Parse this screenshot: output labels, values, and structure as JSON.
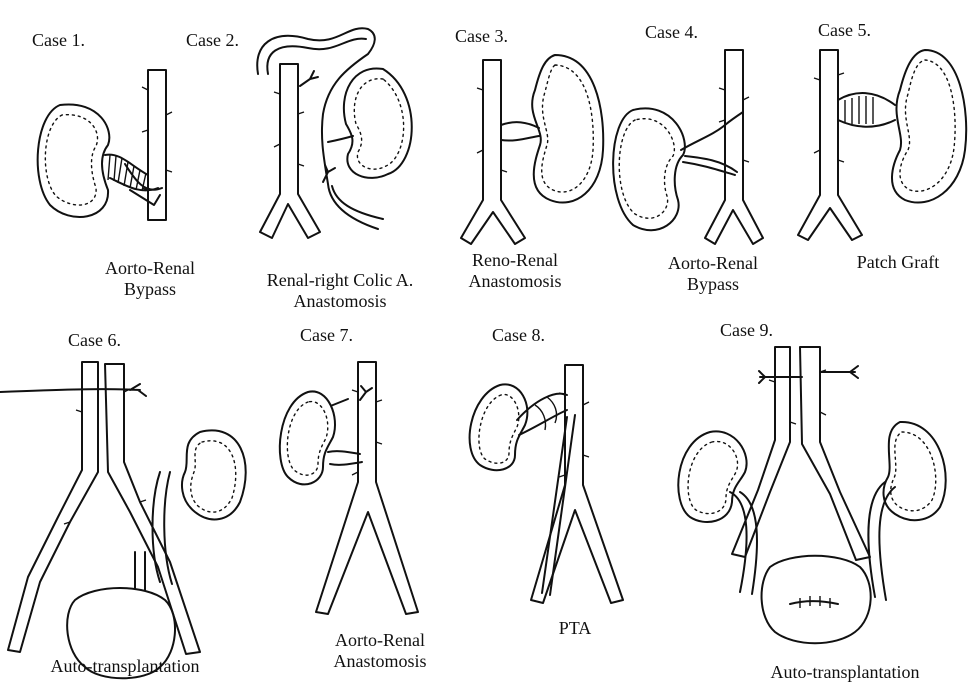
{
  "cases": [
    {
      "title": "Case 1.",
      "caption": [
        "Aorto-Renal",
        "Bypass"
      ]
    },
    {
      "title": "Case 2.",
      "caption": [
        "Renal-right Colic A.",
        "Anastomosis"
      ]
    },
    {
      "title": "Case 3.",
      "caption": [
        "Reno-Renal",
        "Anastomosis"
      ]
    },
    {
      "title": "Case 4.",
      "caption": [
        "Aorto-Renal",
        "Bypass"
      ]
    },
    {
      "title": "Case 5.",
      "caption": [
        "Patch   Graft"
      ]
    },
    {
      "title": "Case 6.",
      "caption": [
        "Auto-transplantation"
      ]
    },
    {
      "title": "Case 7.",
      "caption": [
        "Aorto-Renal",
        "Anastomosis"
      ]
    },
    {
      "title": "Case 8.",
      "caption": [
        "PTA"
      ]
    },
    {
      "title": "Case 9.",
      "caption": [
        "Auto-transplantation"
      ]
    }
  ]
}
